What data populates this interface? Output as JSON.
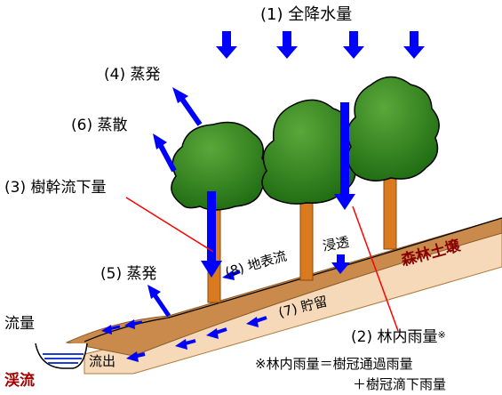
{
  "labels": {
    "total_precip": "(1) 全降水量",
    "throughfall": "(2) 林内雨量",
    "throughfall_mark": "※",
    "stemflow": "(3) 樹幹流下量",
    "evaporation_canopy": "(4) 蒸発",
    "evaporation_ground": "(5) 蒸発",
    "transpiration": "(6) 蒸散",
    "storage": "(7) 貯留",
    "surface_flow": "(8) 地表流",
    "infiltration": "浸透",
    "forest_soil": "森林土壌",
    "discharge_label": "流量",
    "outflow": "流出",
    "stream": "渓流"
  },
  "note": {
    "line1": "※林内雨量＝樹冠通過雨量",
    "line2": "＋樹冠滴下雨量"
  },
  "colors": {
    "arrow_blue": "#0000ff",
    "canopy_green": "#2e7d1a",
    "trunk_orange": "#d97a1e",
    "soil_light": "#f5d9b8",
    "soil_dark": "#c98a4b",
    "pointer_red": "#ff0000",
    "water_blue": "#1c3fd1"
  }
}
